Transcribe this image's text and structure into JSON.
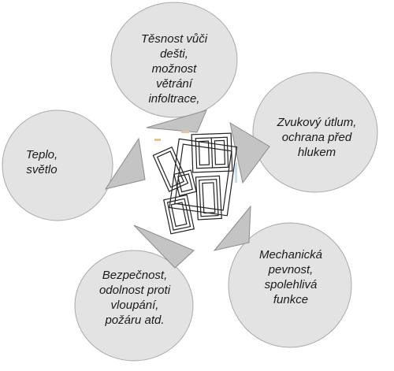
{
  "colors": {
    "bubble_fill": "#e3e3e3",
    "bubble_stroke": "#a9a9a9",
    "arrow_fill": "#c4c4c4",
    "arrow_stroke": "#8c8c8c",
    "window_stroke": "#222222",
    "text": "#1a1a1a"
  },
  "center_image": {
    "icon": "window-frames-icon"
  },
  "bubbles": [
    {
      "id": "top",
      "lines": [
        "Těsnost vůči",
        "dešti,",
        "možnost",
        "větrání",
        "infoltrace,"
      ]
    },
    {
      "id": "right",
      "lines": [
        "Zvukový útlum,",
        "ochrana před",
        "hlukem"
      ]
    },
    {
      "id": "bottom-right",
      "lines": [
        "Mechanická",
        "pevnost,",
        "spolehlivá",
        "funkce"
      ]
    },
    {
      "id": "bottom-left",
      "lines": [
        "Bezpečnost,",
        "odolnost proti",
        "vloupání,",
        "požáru atd."
      ]
    },
    {
      "id": "left",
      "lines": [
        "Teplo,",
        "světlo"
      ]
    }
  ]
}
